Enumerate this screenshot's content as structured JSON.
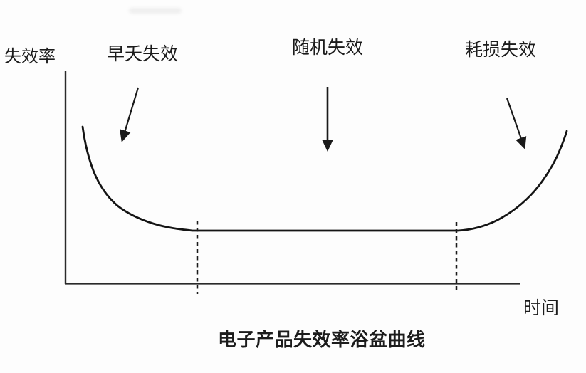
{
  "colors": {
    "background": "#fdfdfd",
    "ink": "#1a1a1a"
  },
  "y_axis_label": "失效率",
  "x_axis_label": "时间",
  "caption": "电子产品失效率浴盆曲线",
  "annotations": [
    {
      "id": "early",
      "label": "早夭失效",
      "arrow_direction": "down-left"
    },
    {
      "id": "random",
      "label": "随机失效",
      "arrow_direction": "down"
    },
    {
      "id": "wearout",
      "label": "耗损失效",
      "arrow_direction": "down-right"
    }
  ],
  "chart_data": {
    "type": "line",
    "title": "电子产品失效率浴盆曲线",
    "xlabel": "时间",
    "ylabel": "失效率",
    "grid": false,
    "axis_ticks": "none",
    "legend": "none",
    "series": [
      {
        "name": "失效率浴盆曲线",
        "shape": "bathtub",
        "x_normalized": [
          0.04,
          0.07,
          0.11,
          0.14,
          0.21,
          0.26,
          0.29,
          0.5,
          0.86,
          0.94,
          1.0,
          1.06,
          1.1
        ],
        "y_normalized": [
          1.0,
          0.68,
          0.52,
          0.45,
          0.37,
          0.34,
          0.34,
          0.34,
          0.34,
          0.4,
          0.48,
          0.7,
          0.97
        ]
      }
    ],
    "regions": [
      {
        "label": "早夭失效",
        "x_range_normalized": [
          0.0,
          0.29
        ],
        "trend": "decreasing"
      },
      {
        "label": "随机失效",
        "x_range_normalized": [
          0.29,
          0.86
        ],
        "trend": "constant"
      },
      {
        "label": "耗损失效",
        "x_range_normalized": [
          0.86,
          1.1
        ],
        "trend": "increasing"
      }
    ],
    "dividers_normalized": [
      0.29,
      0.86
    ],
    "divider_style": "dashed-vertical"
  }
}
